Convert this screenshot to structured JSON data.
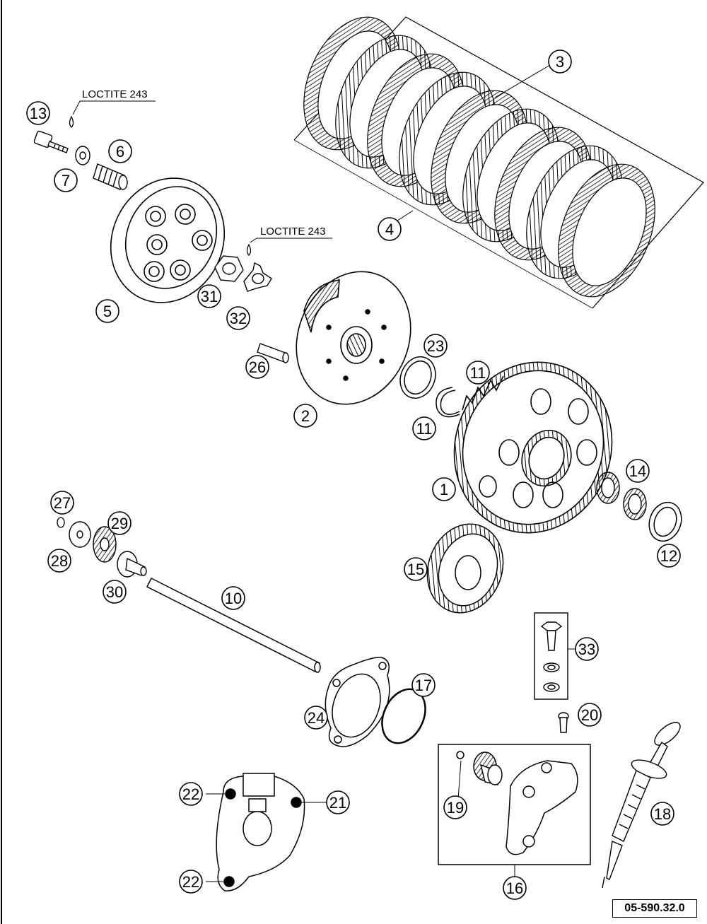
{
  "diagram": {
    "code": "05-590.32.0",
    "loctite_labels": [
      "LOCTITE 243",
      "LOCTITE 243"
    ],
    "callouts": [
      {
        "id": "c1",
        "label": "1"
      },
      {
        "id": "c2",
        "label": "2"
      },
      {
        "id": "c3",
        "label": "3"
      },
      {
        "id": "c4",
        "label": "4"
      },
      {
        "id": "c5",
        "label": "5"
      },
      {
        "id": "c6",
        "label": "6"
      },
      {
        "id": "c7",
        "label": "7"
      },
      {
        "id": "c10",
        "label": "10"
      },
      {
        "id": "c11a",
        "label": "11"
      },
      {
        "id": "c11b",
        "label": "11"
      },
      {
        "id": "c12",
        "label": "12"
      },
      {
        "id": "c13",
        "label": "13"
      },
      {
        "id": "c14",
        "label": "14"
      },
      {
        "id": "c15",
        "label": "15"
      },
      {
        "id": "c16",
        "label": "16"
      },
      {
        "id": "c17",
        "label": "17"
      },
      {
        "id": "c18",
        "label": "18"
      },
      {
        "id": "c19",
        "label": "19"
      },
      {
        "id": "c20",
        "label": "20"
      },
      {
        "id": "c21",
        "label": "21"
      },
      {
        "id": "c22a",
        "label": "22"
      },
      {
        "id": "c22b",
        "label": "22"
      },
      {
        "id": "c23",
        "label": "23"
      },
      {
        "id": "c24",
        "label": "24"
      },
      {
        "id": "c26",
        "label": "26"
      },
      {
        "id": "c27",
        "label": "27"
      },
      {
        "id": "c28",
        "label": "28"
      },
      {
        "id": "c29",
        "label": "29"
      },
      {
        "id": "c30",
        "label": "30"
      },
      {
        "id": "c31",
        "label": "31"
      },
      {
        "id": "c32",
        "label": "32"
      },
      {
        "id": "c33",
        "label": "33"
      }
    ]
  }
}
